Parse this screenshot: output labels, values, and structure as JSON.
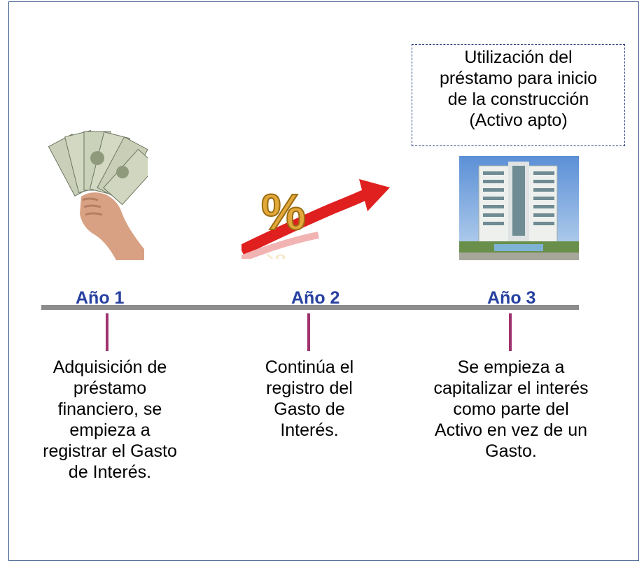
{
  "note": {
    "lines": [
      "Utilización del",
      "préstamo para inicio",
      "de la construcción",
      "(Activo apto)"
    ]
  },
  "timeline": {
    "years": [
      {
        "label": "Año 1"
      },
      {
        "label": "Año 2"
      },
      {
        "label": "Año 3"
      }
    ]
  },
  "descriptions": [
    {
      "lines": [
        "Adquisición de",
        "préstamo",
        "financiero, se",
        "empieza a",
        "registrar el Gasto",
        "de Interés."
      ]
    },
    {
      "lines": [
        "Continúa el",
        "registro del",
        "Gasto de",
        "Interés."
      ]
    },
    {
      "lines": [
        "Se empieza a",
        "capitalizar el interés",
        "como parte del",
        "Activo en vez de un",
        "Gasto."
      ]
    }
  ],
  "images": {
    "year1": "money-hand-icon",
    "year2": "percent-arrow-icon",
    "year3": "building-icon"
  },
  "colors": {
    "year_label": "#2741a0",
    "tick": "#a0326e",
    "timeline": "#8c8c8c",
    "frame": "#3a5a8a"
  }
}
